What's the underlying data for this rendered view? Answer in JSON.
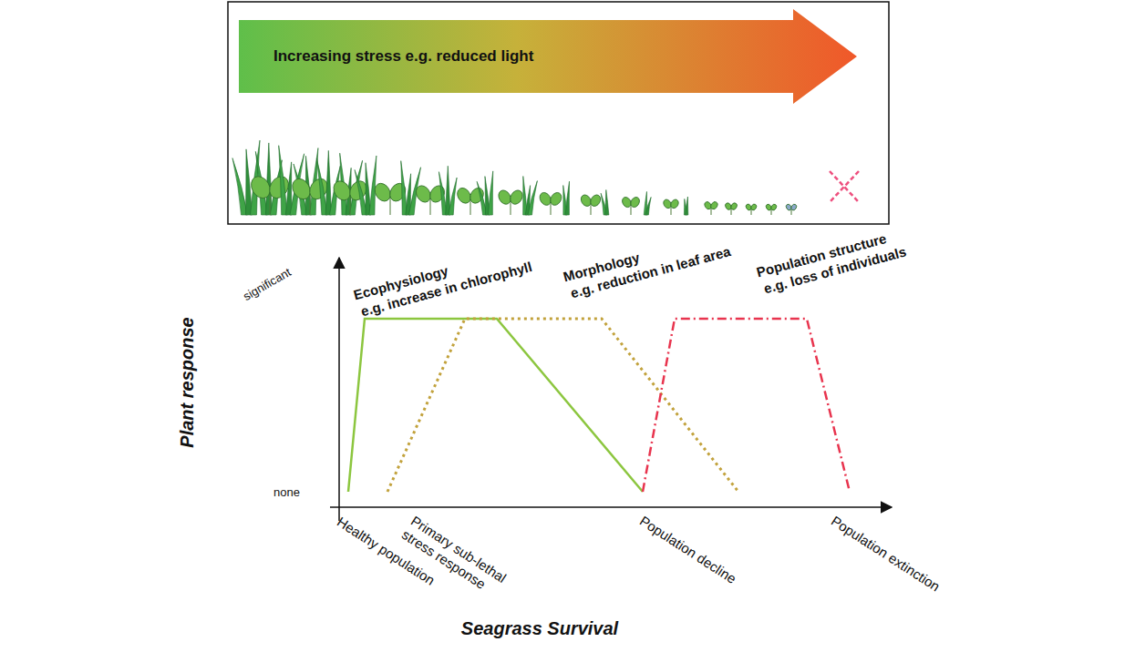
{
  "diagram": {
    "nodes": [
      {
        "text": [
          "Increasing stress e.g. reduced light"
        ]
      }
    ],
    "labels": [
      "Ecophysiology",
      "e.g. increase in chlorophyll",
      "Morphology",
      "e.g. reduction in leaf area",
      "Population structure",
      "e.g. loss of individuals",
      "significant",
      "none",
      "Plant response",
      "Healthy population",
      "Primary sub-lethal stress response",
      "Population decline",
      "Population extinction",
      "Seagrass Survival"
    ]
  }
}
